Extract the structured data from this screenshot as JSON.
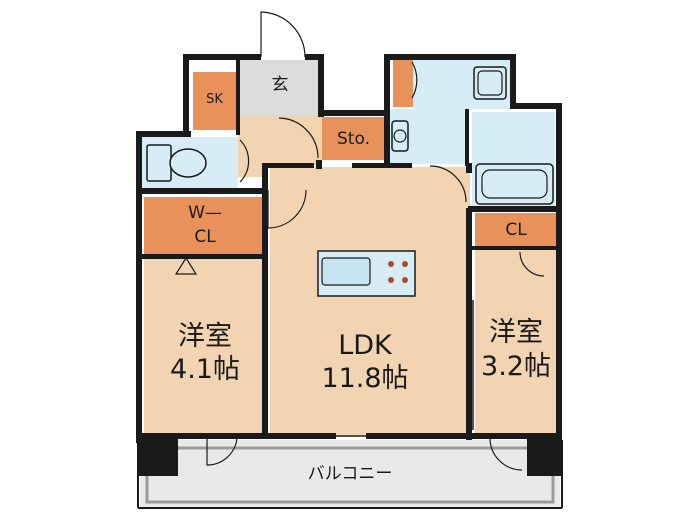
{
  "rooms": {
    "western_left": {
      "name": "洋室",
      "size": "4.1帖"
    },
    "ldk": {
      "name": "LDK",
      "size": "11.8帖"
    },
    "western_right": {
      "name": "洋室",
      "size": "3.2帖"
    },
    "walk_in_closet": {
      "line1": "W—",
      "line2": "CL"
    },
    "closet_right": {
      "name": "CL"
    },
    "storage": {
      "name": "Sto."
    },
    "shoe_closet": {
      "name": "SK"
    },
    "entrance": {
      "name": "玄"
    },
    "balcony": {
      "name": "バルコニー"
    }
  },
  "colors": {
    "room_fill": "#f3d4b2",
    "closet_fill": "#e8915a",
    "wet_fill": "#d6ecf7",
    "entrance_fill": "#dcdcdc",
    "balcony_fill": "#e9e9e9",
    "wall": "#1a1a1a"
  }
}
